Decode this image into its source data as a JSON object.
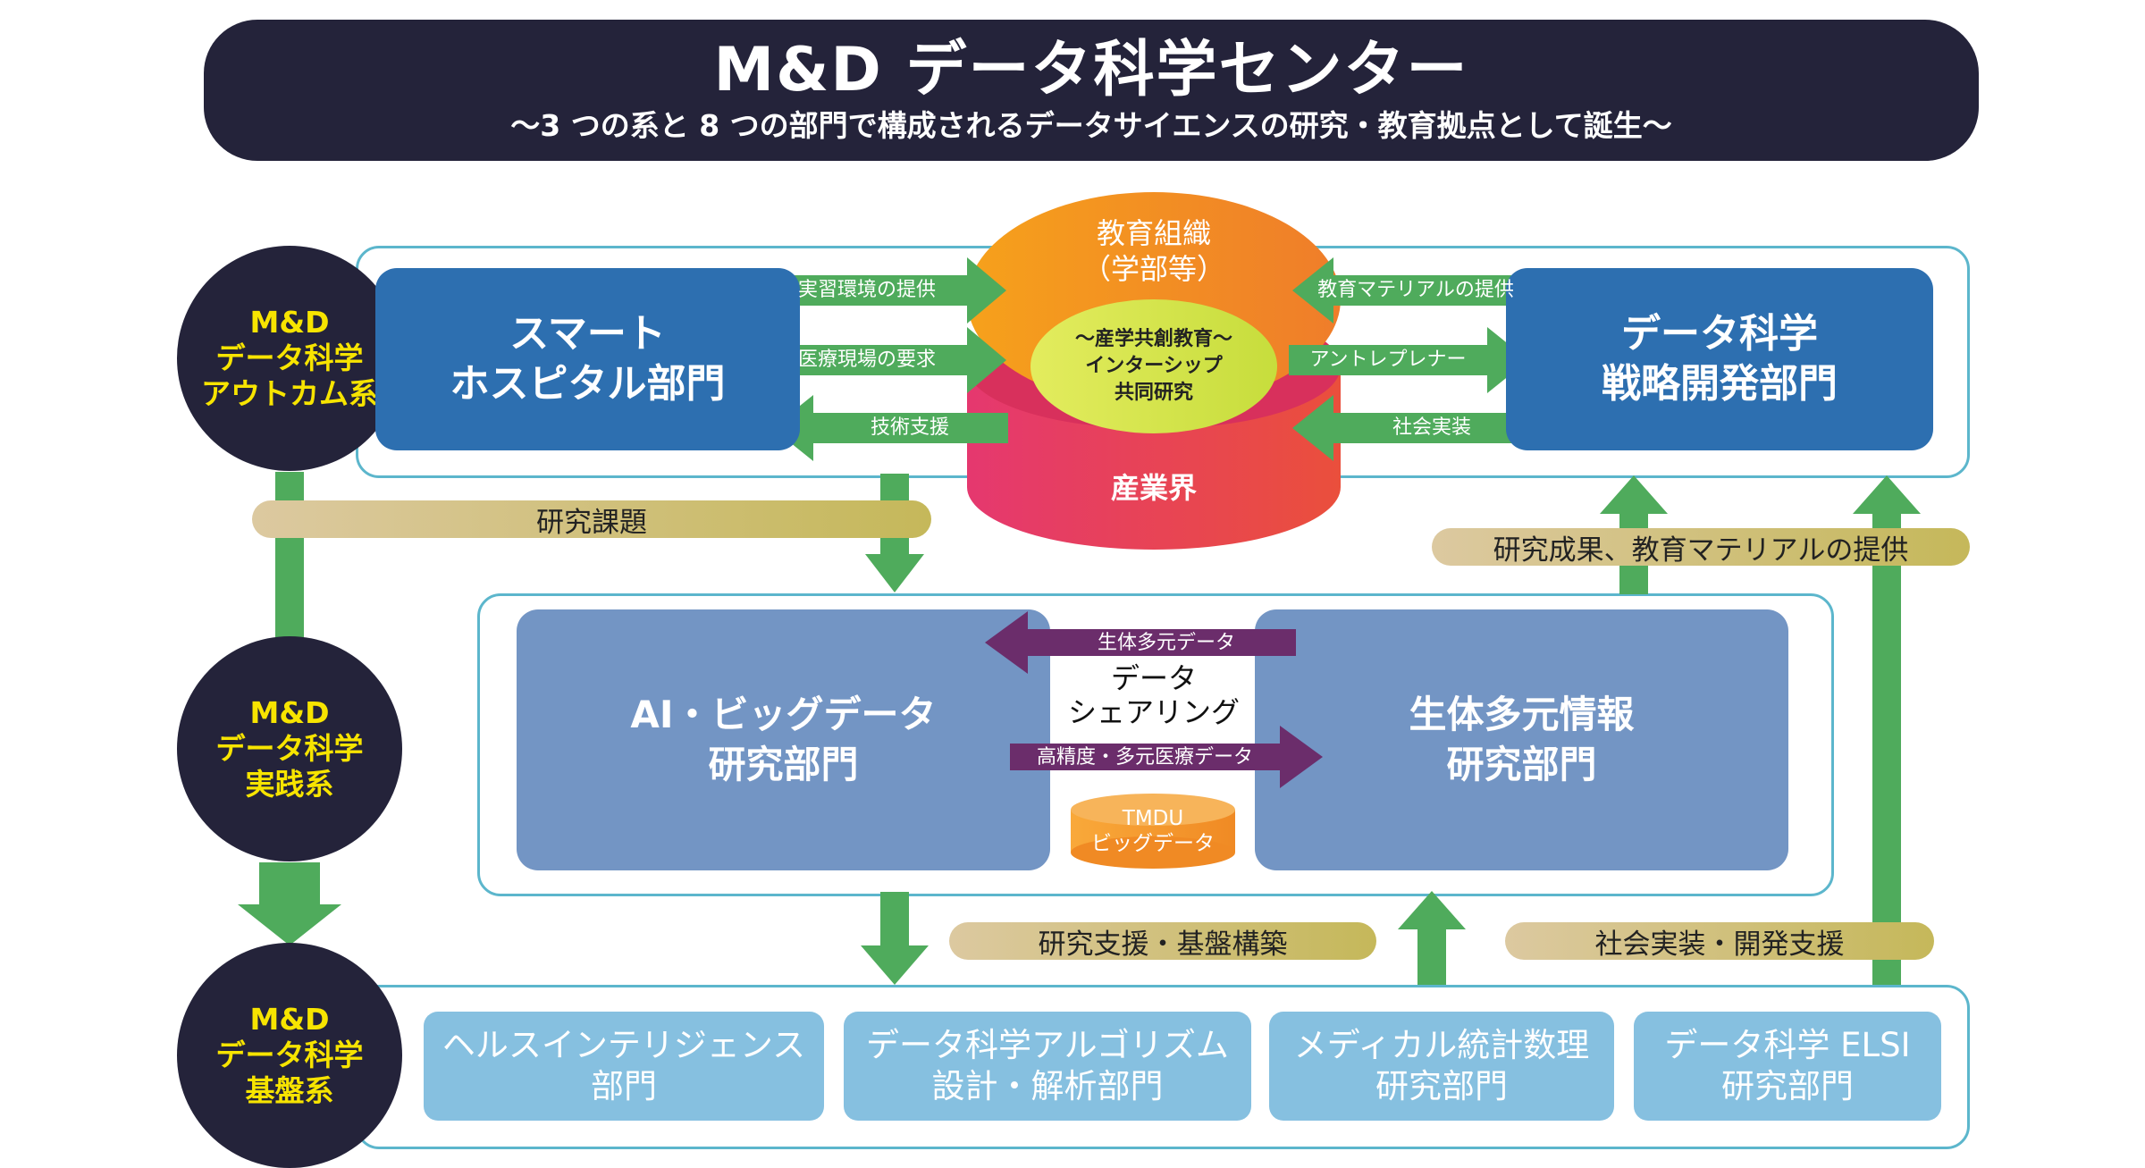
{
  "header": {
    "title": "M&D データ科学センター",
    "subtitle": "〜3 つの系と 8 つの部門で構成されるデータサイエンスの研究・教育拠点として誕生〜"
  },
  "systems": {
    "outcome": [
      "M&D",
      "データ科学",
      "アウトカム系"
    ],
    "practice": [
      "M&D",
      "データ科学",
      "実践系"
    ],
    "foundation": [
      "M&D",
      "データ科学",
      "基盤系"
    ]
  },
  "departments": {
    "smart_hospital": [
      "スマート",
      "ホスピタル部門"
    ],
    "strategy": [
      "データ科学",
      "戦略開発部門"
    ],
    "ai_bigdata": [
      "AI・ビッグデータ",
      "研究部門"
    ],
    "bio_info": [
      "生体多元情報",
      "研究部門"
    ],
    "health_intel": [
      "ヘルスインテリジェンス",
      "部門"
    ],
    "algorithm": [
      "データ科学アルゴリズム",
      "設計・解析部門"
    ],
    "medical_stats": [
      "メディカル統計数理",
      "研究部門"
    ],
    "elsi": [
      "データ科学 ELSI",
      "研究部門"
    ]
  },
  "hub": {
    "education": [
      "教育組織",
      "（学部等）"
    ],
    "center": [
      "〜産学共創教育〜",
      "インターシップ",
      "共同研究"
    ],
    "industry": "産業界"
  },
  "arrows": {
    "practice_env": "実習環境の提供",
    "clinical_req": "医療現場の要求",
    "tech_support": "技術支援",
    "edu_material": "教育マテリアルの提供",
    "entrepreneur": "アントレプレナー",
    "social_impl": "社会実装",
    "bio_data": "生体多元データ",
    "hires_data": "高精度・多元医療データ"
  },
  "pills": {
    "research_topics": "研究課題",
    "results": "研究成果、教育マテリアルの提供",
    "support": "研究支援・基盤構築",
    "social_dev": "社会実装・開発支援"
  },
  "data_sharing": [
    "データ",
    "シェアリング"
  ],
  "tmdu": [
    "TMDU",
    "ビッグデータ"
  ],
  "colors": {
    "navy": "#24233a",
    "yellow": "#f7e400",
    "green": "#4fab5c",
    "purple": "#6b2d6b",
    "dept_top": "#2d6fb0",
    "dept_mid": "#7395c4",
    "dept_bot": "#86c0e0",
    "frame": "#5cb6cc"
  }
}
